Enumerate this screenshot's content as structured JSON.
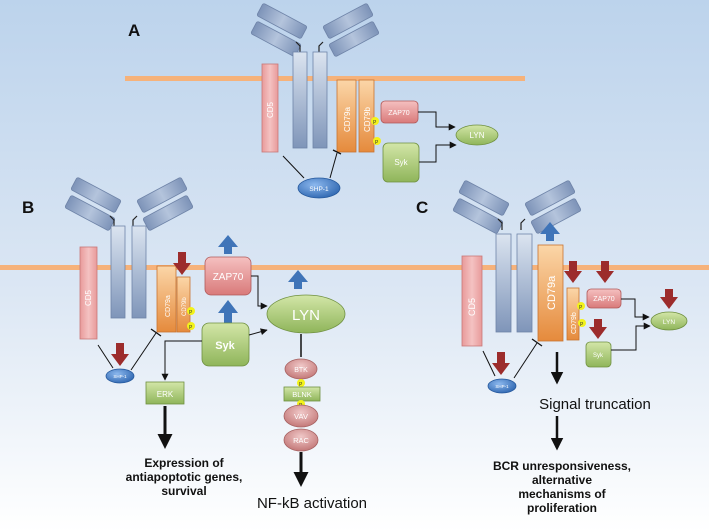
{
  "panels": {
    "a": {
      "letter": "A",
      "cd5": "CD5",
      "cd79a": "CD79a",
      "cd79b": "CD79b",
      "zap70": "ZAP70",
      "lyn": "LYN",
      "syk": "Syk",
      "shp1": "SHP-1",
      "p": "P"
    },
    "b": {
      "letter": "B",
      "cd5": "CD5",
      "cd79a": "CD79a",
      "cd79b": "CD79b",
      "zap70": "ZAP70",
      "lyn": "LYN",
      "syk": "Syk",
      "shp1": "SHP-1",
      "erk": "ERK",
      "btk": "BTK",
      "blnk": "BLNK",
      "vav": "VAV",
      "rac": "RAC",
      "p": "P",
      "outcome_line1": "Expression of",
      "outcome_line2": "antiapoptotic genes,",
      "outcome_line3": "survival",
      "nfkb": "NF-kB activation"
    },
    "c": {
      "letter": "C",
      "cd5": "CD5",
      "cd79a": "CD79a",
      "cd79b": "CD79b",
      "zap70": "ZAP70",
      "lyn": "LYN",
      "syk": "Syk",
      "shp1": "SHP-1",
      "p": "P",
      "signal": "Signal truncation",
      "outcome_line1": "BCR unresponsiveness,",
      "outcome_line2": "alternative",
      "outcome_line3": "mechanisms of",
      "outcome_line4": "proliferation"
    }
  },
  "colors": {
    "background_top": "#bcd3ec",
    "background_bottom": "#ffffff",
    "membrane": "#f6b27a",
    "receptor_blue": "#8ea4c6",
    "cd5": "#e8a0a0",
    "cd79": "#f0a868",
    "zap70": "#e89090",
    "green": "#a8c878",
    "shp1": "#3f7ec8",
    "phospho": "#f2f21a",
    "up_arrow": "#3f74b8",
    "down_arrow": "#9c2c2c",
    "vav_rac": "#d89898"
  }
}
